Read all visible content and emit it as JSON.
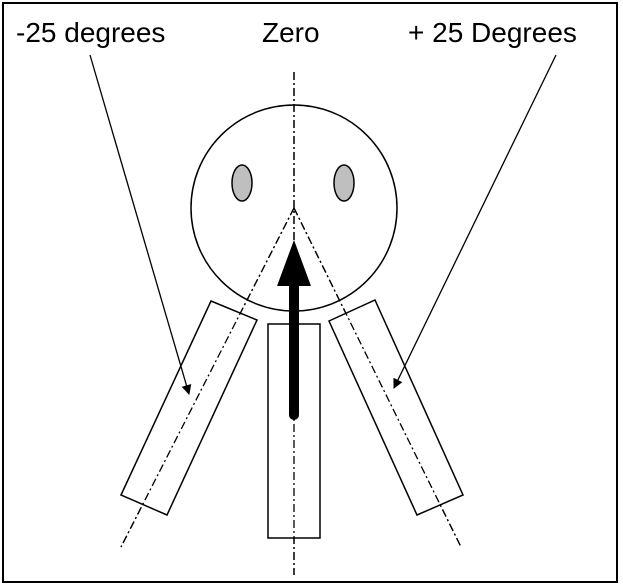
{
  "labels": {
    "left": "-25 degrees",
    "center": "Zero",
    "right": "+ 25 Degrees"
  },
  "colors": {
    "stroke": "#000000",
    "eye_fill": "#bfbfbf",
    "background": "#ffffff"
  }
}
